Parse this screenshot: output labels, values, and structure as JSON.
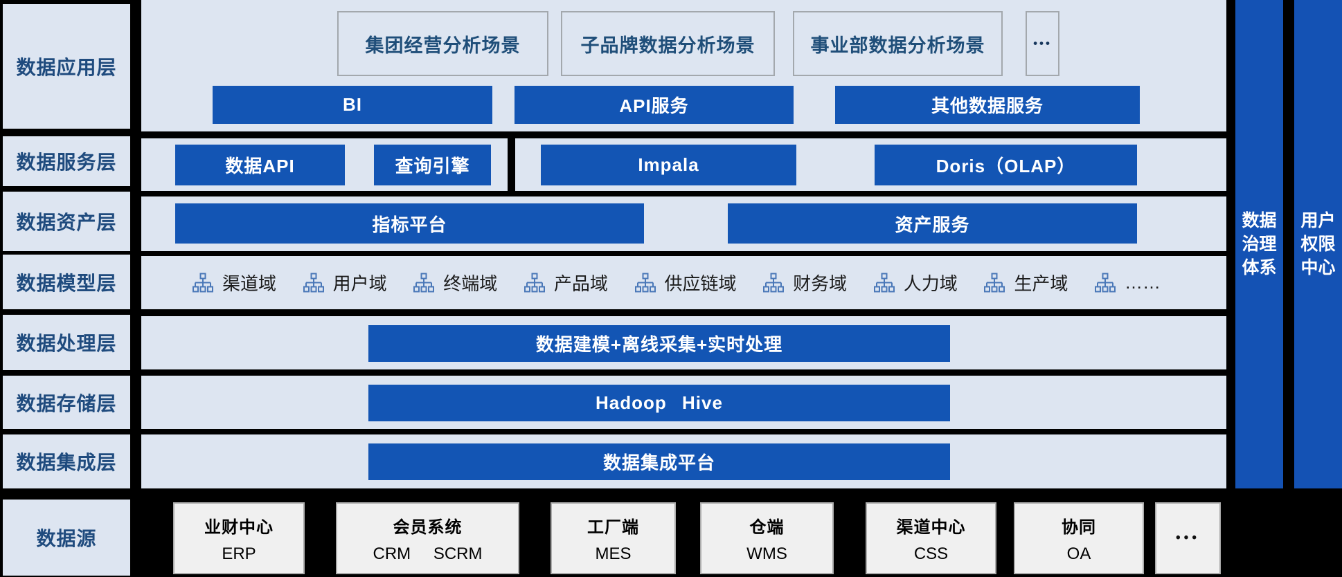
{
  "colors": {
    "background": "#000000",
    "panel_blue": "#dde5f1",
    "button_blue": "#1355b4",
    "bar_blue": "#1452b4",
    "navy_text": "#1f4b7e",
    "source_box_bg": "#f0f0f0"
  },
  "side_labels": {
    "app": "数据应用层",
    "service": "数据服务层",
    "asset": "数据资产层",
    "model": "数据模型层",
    "process": "数据处理层",
    "storage": "数据存储层",
    "integration": "数据集成层",
    "source": "数据源"
  },
  "app_layer": {
    "scenarios": [
      {
        "label": "集团经营分析场景"
      },
      {
        "label": "子品牌数据分析场景"
      },
      {
        "label": "事业部数据分析场景"
      }
    ],
    "more": "•••",
    "services": [
      {
        "label": "BI"
      },
      {
        "label": "API服务"
      },
      {
        "label": "其他数据服务"
      }
    ]
  },
  "service_layer": {
    "left_items": [
      {
        "label": "数据API"
      },
      {
        "label": "查询引擎"
      }
    ],
    "right_items": [
      {
        "label": "Impala"
      },
      {
        "label": "Doris（OLAP）"
      }
    ]
  },
  "asset_layer": {
    "items": [
      {
        "label": "指标平台"
      },
      {
        "label": "资产服务"
      }
    ]
  },
  "model_layer": {
    "domains": [
      {
        "label": "渠道域"
      },
      {
        "label": "用户域"
      },
      {
        "label": "终端域"
      },
      {
        "label": "产品域"
      },
      {
        "label": "供应链域"
      },
      {
        "label": "财务域"
      },
      {
        "label": "人力域"
      },
      {
        "label": "生产域"
      },
      {
        "label": "……"
      }
    ]
  },
  "process_layer": {
    "label": "数据建模+离线采集+实时处理"
  },
  "storage_layer": {
    "label": "Hadoop Hive"
  },
  "integration_layer": {
    "label": "数据集成平台"
  },
  "source_layer": {
    "systems": [
      {
        "name": "业财中心",
        "code": "ERP"
      },
      {
        "name": "会员系统",
        "code": "CRM SCRM"
      },
      {
        "name": "工厂端",
        "code": "MES"
      },
      {
        "name": "仓端",
        "code": "WMS"
      },
      {
        "name": "渠道中心",
        "code": "CSS"
      },
      {
        "name": "协同",
        "code": "OA"
      }
    ],
    "more": "•••"
  },
  "right_bars": {
    "governance": {
      "lines": [
        "数据",
        "治理",
        "体系"
      ]
    },
    "permission": {
      "lines": [
        "用户",
        "权限",
        "中心"
      ]
    }
  }
}
